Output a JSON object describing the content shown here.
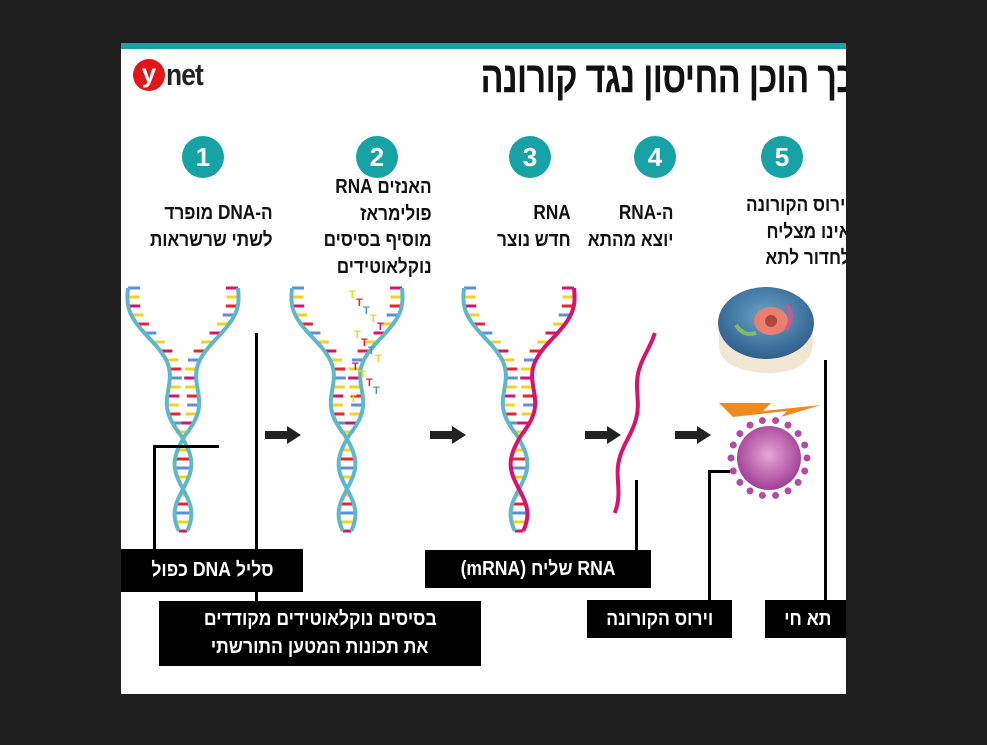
{
  "brand": {
    "logo_y": "y",
    "logo_net": "net"
  },
  "title": "כך הוכן החיסון נגד קורונה",
  "steps": [
    {
      "number": "1",
      "lines": [
        "ה-DNA מופרד",
        "לשתי שרשראות"
      ]
    },
    {
      "number": "2",
      "lines": [
        "האנזים RNA",
        "פולימראז",
        "מוסיף בסיסים",
        "נוקלאוטידים"
      ]
    },
    {
      "number": "3",
      "lines": [
        "RNA",
        "חדש נוצר"
      ]
    },
    {
      "number": "4",
      "lines": [
        "ה-RNA",
        "יוצא מהתא"
      ]
    },
    {
      "number": "5",
      "lines": [
        "וירוס הקורונה",
        "אינו מצליח",
        "לחדור לתא"
      ]
    }
  ],
  "callouts": {
    "double_helix": "סליל DNA כפול",
    "bases": [
      "בסיסים נוקלאוטידים מקודדים",
      "את תכונות המטען התורשתי"
    ],
    "mrna": "RNA שליח (mRNA)",
    "virus": "וירוס הקורונה",
    "cell": "תא חי"
  },
  "colors": {
    "accent": "#17a3a6",
    "logo": "#e0161b",
    "strand": "#5fb8c9",
    "rna": "#d6146e"
  }
}
